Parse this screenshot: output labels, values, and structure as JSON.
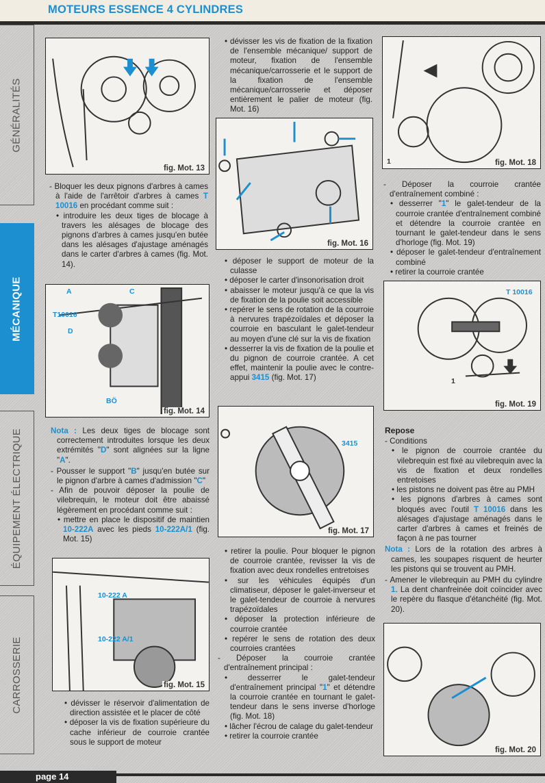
{
  "header": {
    "title": "MOTEURS ESSENCE 4 CYLINDRES"
  },
  "sidebar": {
    "tabs": [
      {
        "label": "GÉNÉRALITÉS"
      },
      {
        "label": "MÉCANIQUE"
      },
      {
        "label": "ÉQUIPEMENT ÉLECTRIQUE"
      },
      {
        "label": "CARROSSERIE"
      }
    ]
  },
  "figures": {
    "f13": {
      "caption": "fig. Mot. 13"
    },
    "f14": {
      "caption": "fig. Mot. 14",
      "labels": [
        "A",
        "C",
        "T10016",
        "D",
        "BÖ"
      ]
    },
    "f15": {
      "caption": "fig. Mot. 15",
      "labels": [
        "10-222 A",
        "10-222 A/1"
      ]
    },
    "f16": {
      "caption": "fig. Mot. 16"
    },
    "f17": {
      "caption": "fig. Mot. 17",
      "labels": [
        "3415"
      ]
    },
    "f18": {
      "caption": "fig. Mot. 18",
      "labels": [
        "1"
      ]
    },
    "f19": {
      "caption": "fig. Mot. 19",
      "labels": [
        "T 10016",
        "1"
      ]
    },
    "f20": {
      "caption": "fig. Mot. 20"
    }
  },
  "col1a": [
    {
      "type": "dash",
      "segs": [
        "- Bloquer les deux pignons d'arbres à cames à l'aide de l'arrêtoir d'arbres à cames ",
        {
          "hl": "T 10016"
        },
        " en procédant comme suit :"
      ]
    },
    {
      "type": "bullet",
      "segs": [
        "• introduire les deux tiges de blocage à travers les alésages de blocage des pignons d'arbres à cames jusqu'en butée dans les alésages d'ajustage aménagés dans le carter d'arbres à cames (fig. Mot. 14)."
      ]
    }
  ],
  "col1b": [
    {
      "type": "nota",
      "segs": [
        {
          "nota": "Nota :"
        },
        " Les deux tiges de blocage sont correctement introduites lorsque les deux extrémités \"",
        {
          "hl": "D"
        },
        "\" sont alignées sur la ligne \"",
        {
          "hl": "A"
        },
        "\"."
      ]
    },
    {
      "type": "dash",
      "segs": [
        "- Pousser le support \"",
        {
          "hl": "B"
        },
        "\" jusqu'en butée sur le pignon d'arbre à cames d'admission \"",
        {
          "hl": "C"
        },
        "\""
      ]
    },
    {
      "type": "dash",
      "segs": [
        "- Afin de pouvoir déposer la poulie de vilebrequin, le moteur doit être abaissé légèrement en procédant comme suit :"
      ]
    },
    {
      "type": "bullet",
      "segs": [
        "• mettre en place le dispositif de maintien ",
        {
          "hl": "10-222A"
        },
        " avec les pieds ",
        {
          "hl": "10-222A/1"
        },
        " (fig. Mot. 15)"
      ]
    }
  ],
  "col1c": [
    {
      "type": "bullet",
      "segs": [
        "• dévisser le réservoir d'alimentation de direction assistée et le placer de côté"
      ]
    },
    {
      "type": "bullet",
      "segs": [
        "• déposer la vis de fixation supérieure du cache inférieur de courroie crantée sous le support de moteur"
      ]
    }
  ],
  "col2a": [
    {
      "type": "bullet",
      "segs": [
        "• dévisser les vis de fixation de la fixation de l'ensemble mécanique/ support de moteur, fixation de l'ensemble mécanique/carrosserie et le support de la fixation de l'ensemble mécanique/carrosserie et déposer entièrement le palier de moteur (fig. Mot. 16)"
      ]
    }
  ],
  "col2b": [
    {
      "type": "bullet",
      "segs": [
        "• déposer le support de moteur de la culasse"
      ]
    },
    {
      "type": "bullet",
      "segs": [
        "• déposer le carter d'insonorisation droit"
      ]
    },
    {
      "type": "bullet",
      "segs": [
        "• abaisser le moteur jusqu'à ce que la vis de fixation de la poulie soit accessible"
      ]
    },
    {
      "type": "bullet",
      "segs": [
        "• repérer le sens de rotation de la courroie à nervures trapézoïdales et déposer la courroie en basculant le galet-tendeur au moyen d'une clé sur la vis de fixation"
      ]
    },
    {
      "type": "bullet",
      "segs": [
        "• desserrer la vis de fixation de la poulie et du pignon de courroie crantée. A cet effet, maintenir la poulie avec le contre-appui ",
        {
          "hl": "3415"
        },
        " (fig. Mot. 17)"
      ]
    }
  ],
  "col2c": [
    {
      "type": "bullet",
      "segs": [
        "• retirer la poulie. Pour bloquer le pignon de courroie crantée, revisser la vis de fixation avec deux rondelles entretoises"
      ]
    },
    {
      "type": "bullet",
      "segs": [
        "• sur les véhicules équipés d'un climatiseur, déposer le galet-inverseur et le galet-tendeur de courroie à nervures trapézoïdales"
      ]
    },
    {
      "type": "bullet",
      "segs": [
        "• déposer la protection inférieure de courroie crantée"
      ]
    },
    {
      "type": "bullet",
      "segs": [
        "• repérer le sens de rotation des deux courroies crantées"
      ]
    },
    {
      "type": "dash",
      "segs": [
        "- Déposer la courroie crantée d'entraînement principal :"
      ]
    },
    {
      "type": "bullet",
      "segs": [
        "• desserrer le galet-tendeur d'entraînement principal \"",
        {
          "hl": "1"
        },
        "\" et détendre la courroie crantée en tournant le galet-tendeur dans le sens inverse d'horloge (fig. Mot. 18)"
      ]
    },
    {
      "type": "bullet",
      "segs": [
        "• lâcher l'écrou de calage du galet-tendeur"
      ]
    },
    {
      "type": "bullet",
      "segs": [
        "• retirer la courroie crantée"
      ]
    }
  ],
  "col3a": [
    {
      "type": "dash",
      "segs": [
        "- Déposer la courroie crantée d'entraînement combiné :"
      ]
    },
    {
      "type": "bullet",
      "segs": [
        "• desserrer \"",
        {
          "hl": "1"
        },
        "\" le galet-tendeur de la courroie crantée d'entraînement combiné et détendre la courroie crantée en tournant le galet-tendeur dans le sens d'horloge (fig. Mot. 19)"
      ]
    },
    {
      "type": "bullet",
      "segs": [
        "• déposer le galet-tendeur d'entraînement combiné"
      ]
    },
    {
      "type": "bullet",
      "segs": [
        "• retirer la courroie crantée"
      ]
    }
  ],
  "col3b": [
    {
      "type": "heading",
      "segs": [
        "Repose"
      ]
    },
    {
      "type": "dash",
      "segs": [
        "- Conditions"
      ]
    },
    {
      "type": "bullet",
      "segs": [
        "• le pignon de courroie crantée du vilebrequin est fixé au vilebrequin avec la vis de fixation et deux rondelles entretoises"
      ]
    },
    {
      "type": "bullet",
      "segs": [
        "• les pistons ne doivent pas être au PMH"
      ]
    },
    {
      "type": "bullet",
      "segs": [
        "• les pignons d'arbres à cames sont bloqués avec l'outil ",
        {
          "hl": "T 10016"
        },
        " dans les alésages d'ajustage aménagés dans le carter d'arbres à cames et freinés de façon à ne pas tourner"
      ]
    },
    {
      "type": "nota",
      "segs": [
        {
          "nota": "Nota :"
        },
        " Lors de la rotation des arbres à cames, les soupapes risquent de heurter les pistons qui se trouvent au PMH."
      ]
    },
    {
      "type": "dash",
      "segs": [
        "- Amener le vilebrequin au PMH du cylindre ",
        {
          "hl": "1"
        },
        ". La dent chanfreinée doit coïncider avec le repère du flasque d'étanchéité (fig. Mot. 20)."
      ]
    }
  ],
  "footer": {
    "page": "page 14"
  },
  "colors": {
    "accent": "#1b8fcf",
    "dark": "#2a2a2a"
  }
}
